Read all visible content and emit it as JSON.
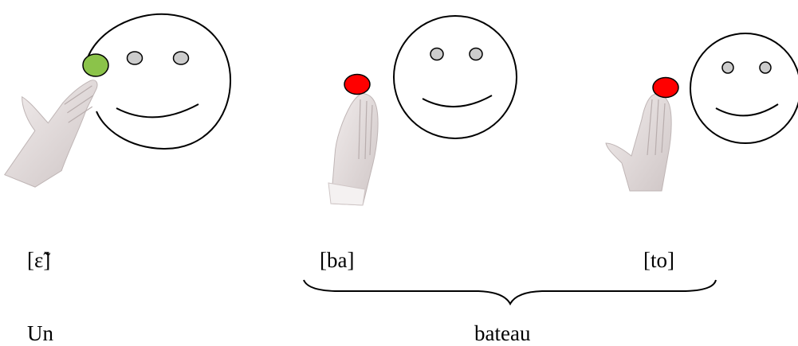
{
  "phonemes": {
    "p1": "[ɛ̃]",
    "p2": "[ba]",
    "p3": "[to]"
  },
  "words": {
    "w1": "Un",
    "w2": "bateau"
  },
  "colors": {
    "green_marker": "#8bc34a",
    "red_marker": "#ff0000",
    "eye_fill": "#cccccc",
    "outline": "#000000",
    "skin": "#e6dede"
  }
}
